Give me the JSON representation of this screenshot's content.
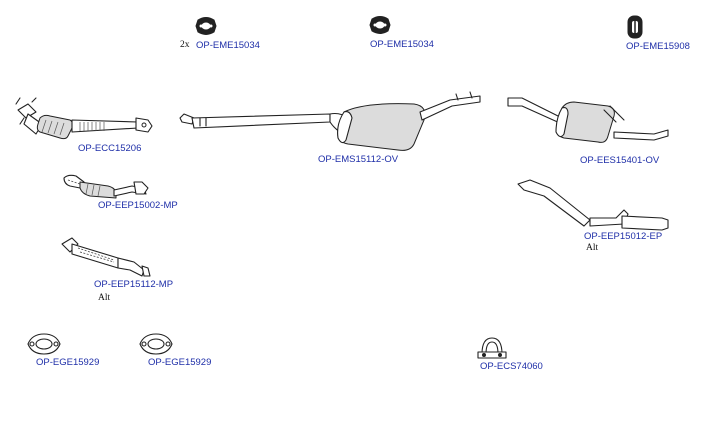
{
  "parts": [
    {
      "id": "hanger-1",
      "code": "OP-EME15034",
      "qty": "2x",
      "icon": "rubber-hanger-icon"
    },
    {
      "id": "hanger-2",
      "code": "OP-EME15034",
      "icon": "rubber-hanger-icon"
    },
    {
      "id": "hanger-3",
      "code": "OP-EME15908",
      "icon": "rubber-hanger-icon"
    },
    {
      "id": "catalytic-converter",
      "code": "OP-ECC15206",
      "icon": "catalytic-converter-icon"
    },
    {
      "id": "middle-silencer",
      "code": "OP-EMS15112-OV",
      "icon": "middle-silencer-icon"
    },
    {
      "id": "rear-silencer",
      "code": "OP-EES15401-OV",
      "icon": "rear-silencer-icon"
    },
    {
      "id": "front-pipe",
      "code": "OP-EEP15002-MP",
      "icon": "front-pipe-icon"
    },
    {
      "id": "front-pipe-alt",
      "code": "OP-EEP15112-MP",
      "note": "Alt",
      "icon": "front-pipe-alt-icon"
    },
    {
      "id": "tail-pipe",
      "code": "OP-EEP15012-EP",
      "note": "Alt",
      "icon": "tail-pipe-icon"
    },
    {
      "id": "gasket-1",
      "code": "OP-EGE15929",
      "icon": "gasket-icon"
    },
    {
      "id": "gasket-2",
      "code": "OP-EGE15929",
      "icon": "gasket-icon"
    },
    {
      "id": "clamp",
      "code": "OP-ECS74060",
      "icon": "clamp-icon"
    }
  ]
}
